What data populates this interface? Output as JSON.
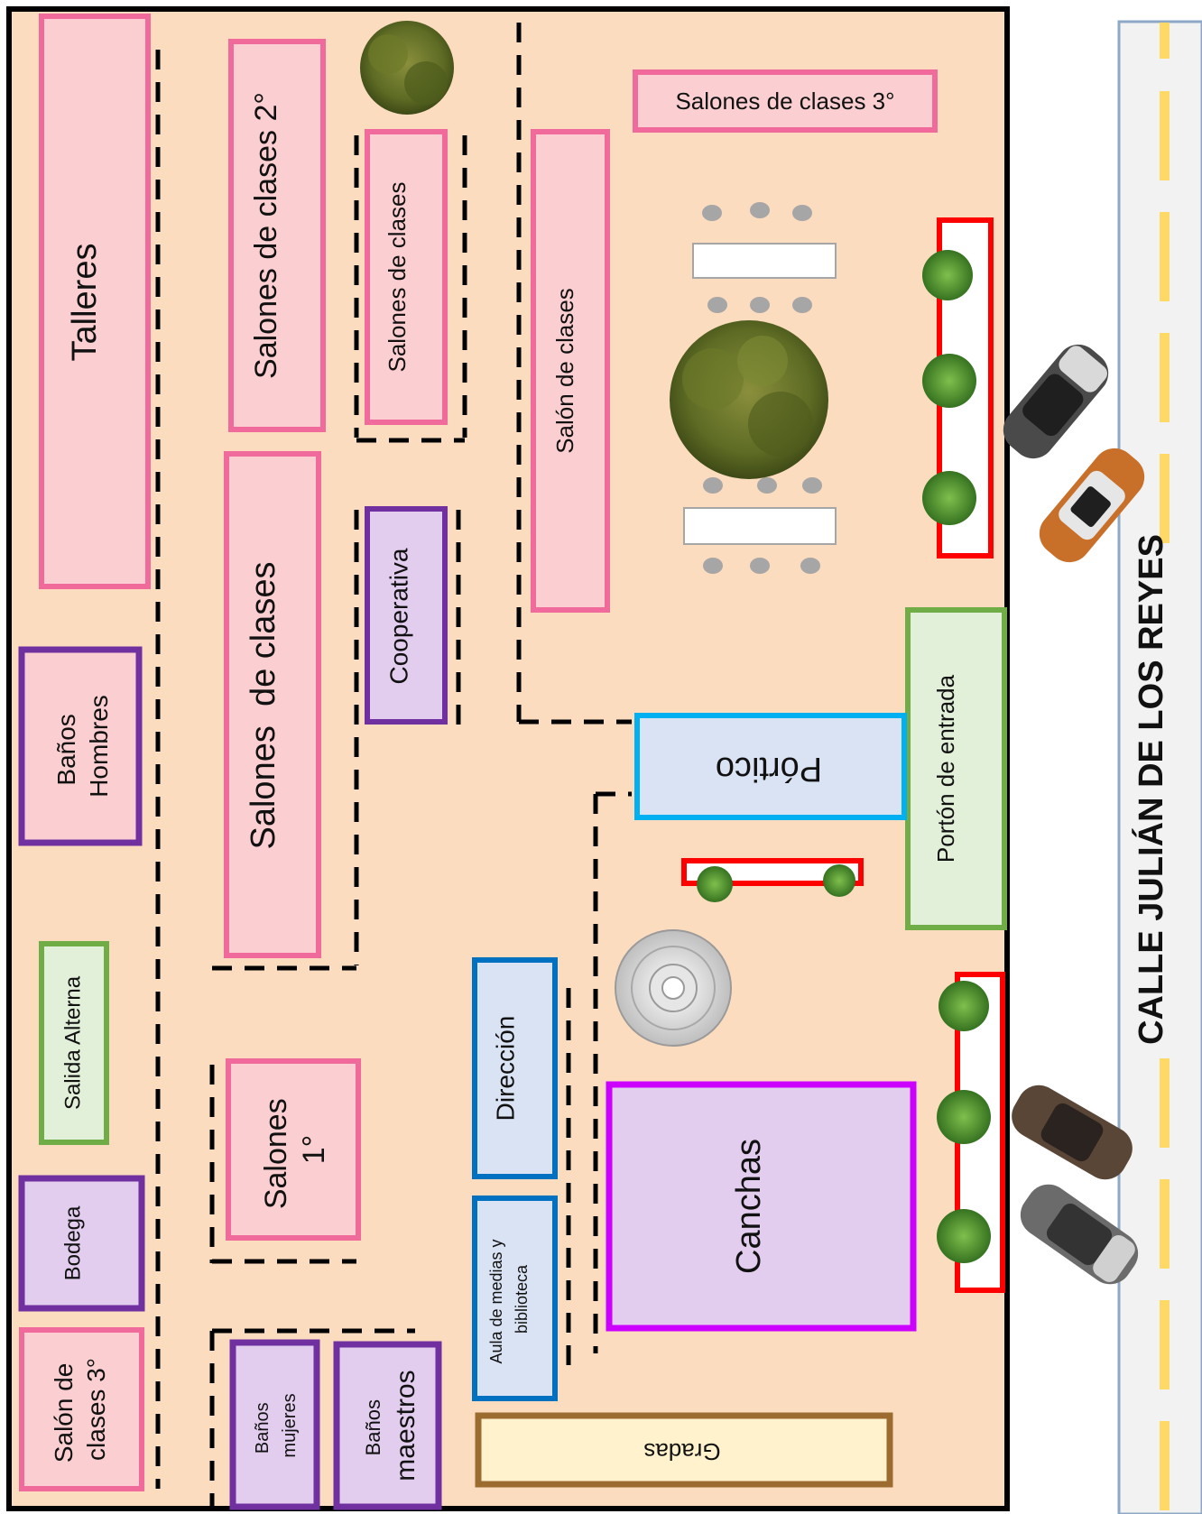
{
  "street": {
    "name": "CALLE JULIÁN DE LOS REYES"
  },
  "buildings": {
    "talleres": "Talleres",
    "salones_2": "Salones de clases 2°",
    "salones_clases_top": "Salones de clases",
    "salones_3_top": "Salones de clases 3°",
    "salon_de_clases": "Salón de clases",
    "salones_de_clases_mid": "Salones  de clases",
    "cooperativa": "Cooperativa",
    "banos_hombres": [
      "Baños",
      "Hombres"
    ],
    "salida_alterna": "Salida Alterna",
    "bodega": "Bodega",
    "salon_3_bottom": [
      "Salón de",
      "clases 3°"
    ],
    "salones_1": [
      "Salones",
      "1°"
    ],
    "banos_mujeres": [
      "Baños",
      "mujeres"
    ],
    "banos_maestros": [
      "Baños",
      "maestros"
    ],
    "aula_medias": [
      "Aula de medias y",
      "biblioteca"
    ],
    "direccion": "Dirección",
    "canchas": "Canchas",
    "gradas": "Gradas",
    "portico": "Pórtico",
    "porton": "Portón de entrada"
  },
  "colors": {
    "ground": "#fcdcbf",
    "classroom_fill": "#fbcfd1",
    "classroom_border": "#f06a9b",
    "purple_border": "#7030a0",
    "purple_fill": "#e2cdef",
    "green_border": "#70ad47",
    "green_fill": "#e2efd9",
    "blue_border": "#0070c0",
    "blue_fill": "#dae3f3",
    "canchas_border": "#cc00ff",
    "gradas_border": "#9c6b2f",
    "gradas_fill": "#fff2cc",
    "portico_border": "#00b0f0",
    "planter_border": "#ff0000",
    "street_fill": "#f2f2f2",
    "street_line": "#ffd966"
  }
}
